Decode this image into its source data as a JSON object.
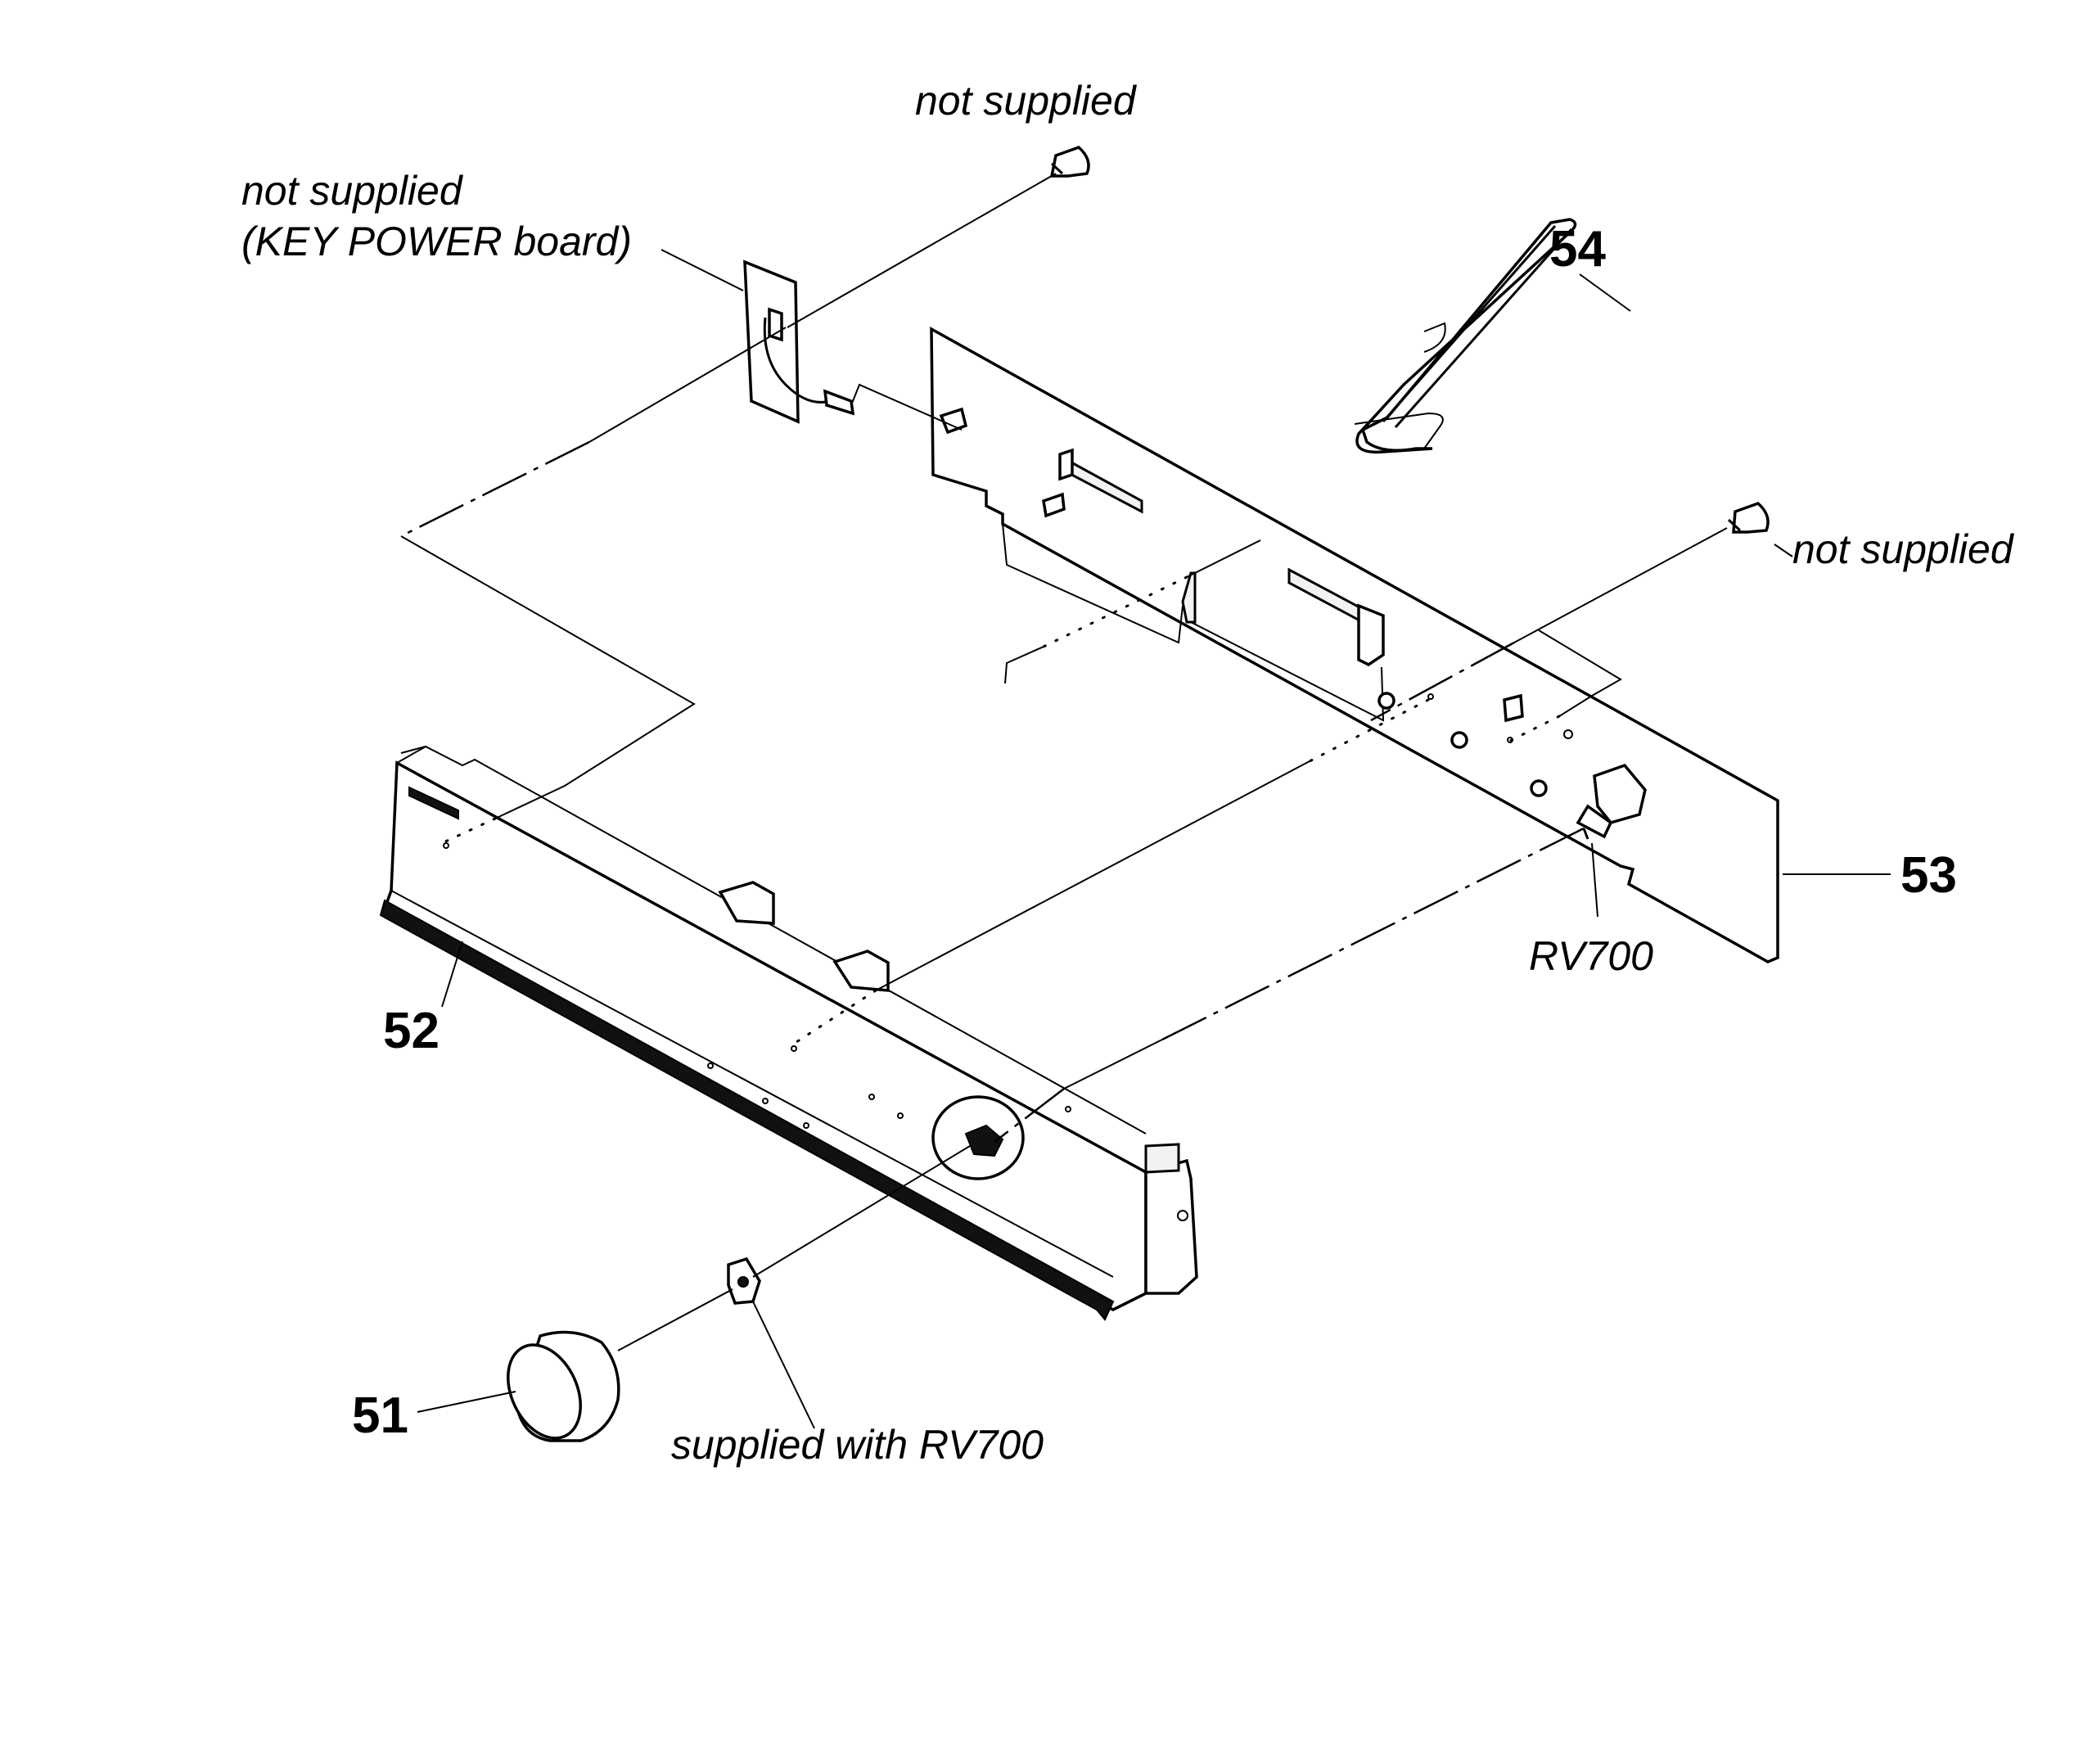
{
  "labels": {
    "screw_top": "not supplied",
    "key_power_line1": "not supplied",
    "key_power_line2": "(KEY POWER board)",
    "screw_right": "not supplied",
    "rv700": "RV700",
    "supplied_with": "supplied with RV700"
  },
  "parts": {
    "p51": "51",
    "p52": "52",
    "p53": "53",
    "p54": "54"
  }
}
